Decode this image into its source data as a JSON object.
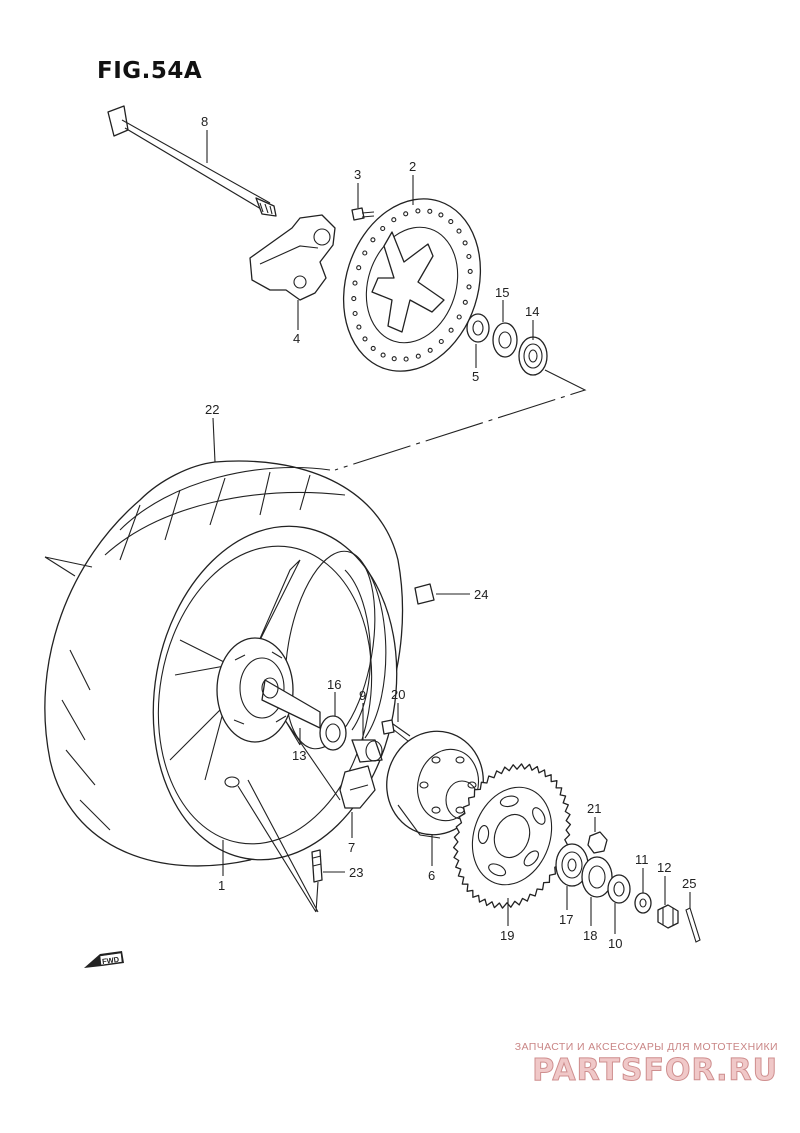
{
  "figure": {
    "title": "FIG.54A"
  },
  "callouts": [
    {
      "id": "8",
      "text": "8"
    },
    {
      "id": "3",
      "text": "3"
    },
    {
      "id": "2",
      "text": "2"
    },
    {
      "id": "4",
      "text": "4"
    },
    {
      "id": "15",
      "text": "15"
    },
    {
      "id": "14",
      "text": "14"
    },
    {
      "id": "5",
      "text": "5"
    },
    {
      "id": "22",
      "text": "22"
    },
    {
      "id": "24",
      "text": "24"
    },
    {
      "id": "16",
      "text": "16"
    },
    {
      "id": "9",
      "text": "9"
    },
    {
      "id": "20",
      "text": "20"
    },
    {
      "id": "13",
      "text": "13"
    },
    {
      "id": "7",
      "text": "7"
    },
    {
      "id": "6",
      "text": "6"
    },
    {
      "id": "21",
      "text": "21"
    },
    {
      "id": "1",
      "text": "1"
    },
    {
      "id": "23",
      "text": "23"
    },
    {
      "id": "17",
      "text": "17"
    },
    {
      "id": "19",
      "text": "19"
    },
    {
      "id": "18",
      "text": "18"
    },
    {
      "id": "10",
      "text": "10"
    },
    {
      "id": "11",
      "text": "11"
    },
    {
      "id": "12",
      "text": "12"
    },
    {
      "id": "25",
      "text": "25"
    }
  ],
  "fwd_badge": "FWD",
  "watermark": {
    "caption": "ЗАПЧАСТИ И АКСЕССУАРЫ ДЛЯ МОТОТЕХНИКИ",
    "logo": "PARTSFOR.RU"
  }
}
